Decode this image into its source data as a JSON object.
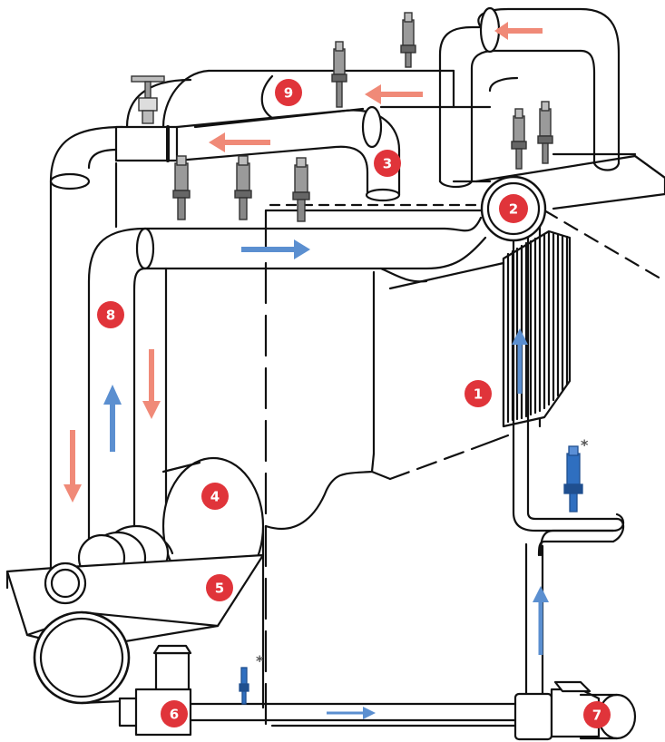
{
  "colors": {
    "hot_arrow": "#f08a78",
    "cold_arrow": "#5b8fd0",
    "marker_fill": "#e0343a",
    "marker_text": "#ffffff",
    "line": "#111111",
    "pipe_fill": "#ffffff",
    "valve_fill": "#9a9a9a",
    "small_valve": "#2f6fc0"
  },
  "markers": [
    {
      "label": "1"
    },
    {
      "label": "2"
    },
    {
      "label": "3"
    },
    {
      "label": "4"
    },
    {
      "label": "5"
    },
    {
      "label": "6"
    },
    {
      "label": "7"
    },
    {
      "label": "8"
    },
    {
      "label": "9"
    }
  ],
  "notes": {
    "asterisk_top": "*",
    "asterisk_bottom": "*"
  }
}
